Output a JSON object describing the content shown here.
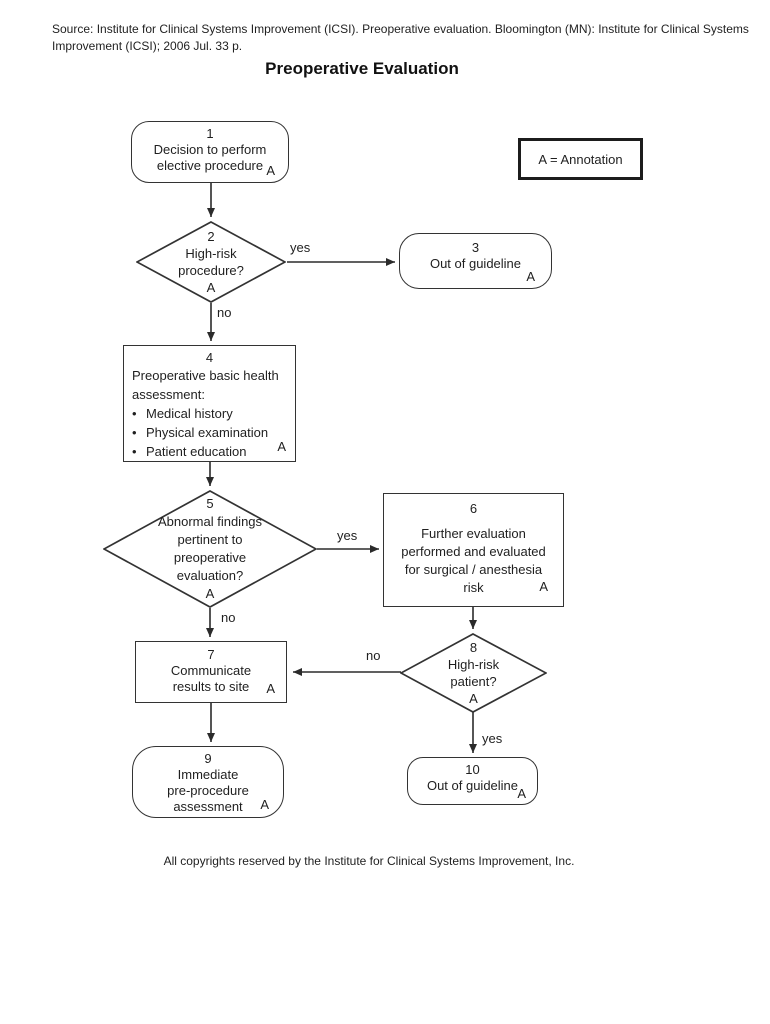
{
  "page": {
    "source_line1": "Source: Institute for Clinical Systems Improvement (ICSI). Preoperative evaluation. Bloomington (MN): Institute for Clinical Systems",
    "source_line2": "Improvement (ICSI); 2006 Jul. 33 p.",
    "title": "Preoperative Evaluation",
    "footer": "All copyrights reserved by the Institute for Clinical Systems Improvement, Inc."
  },
  "legend": {
    "label": "A = Annotation"
  },
  "bullet_glyph": "•",
  "nodes": {
    "n1": {
      "number": "1",
      "line1": "Decision to perform",
      "line2": "elective procedure",
      "annotation": "A"
    },
    "n2": {
      "number": "2",
      "line1": "High-risk",
      "line2": "procedure?",
      "annotation": "A"
    },
    "n3": {
      "number": "3",
      "line1": "Out of guideline",
      "annotation": "A"
    },
    "n4": {
      "number": "4",
      "line1": "Preoperative basic health",
      "line2": "assessment:",
      "bullet1": "Medical history",
      "bullet2": "Physical examination",
      "bullet3": "Patient education",
      "annotation": "A"
    },
    "n5": {
      "number": "5",
      "line1": "Abnormal findings",
      "line2": "pertinent to",
      "line3": "preoperative",
      "line4": "evaluation?",
      "annotation": "A"
    },
    "n6": {
      "number": "6",
      "line1": "Further evaluation",
      "line2": "performed and evaluated",
      "line3": "for surgical / anesthesia",
      "line4": "risk",
      "annotation": "A"
    },
    "n7": {
      "number": "7",
      "line1": "Communicate",
      "line2": "results to site",
      "annotation": "A"
    },
    "n8": {
      "number": "8",
      "line1": "High-risk",
      "line2": "patient?",
      "annotation": "A"
    },
    "n9": {
      "number": "9",
      "line1": "Immediate",
      "line2": "pre-procedure",
      "line3": "assessment",
      "annotation": "A"
    },
    "n10": {
      "number": "10",
      "line1": "Out of guideline",
      "annotation": "A"
    }
  },
  "edge_labels": {
    "e2_3": "yes",
    "e2_4": "no",
    "e5_6": "yes",
    "e5_7": "no",
    "e8_7": "no",
    "e8_10": "yes"
  },
  "colors": {
    "ink": "#1f1f1f",
    "line": "#2b2b2b",
    "background": "#ffffff"
  }
}
